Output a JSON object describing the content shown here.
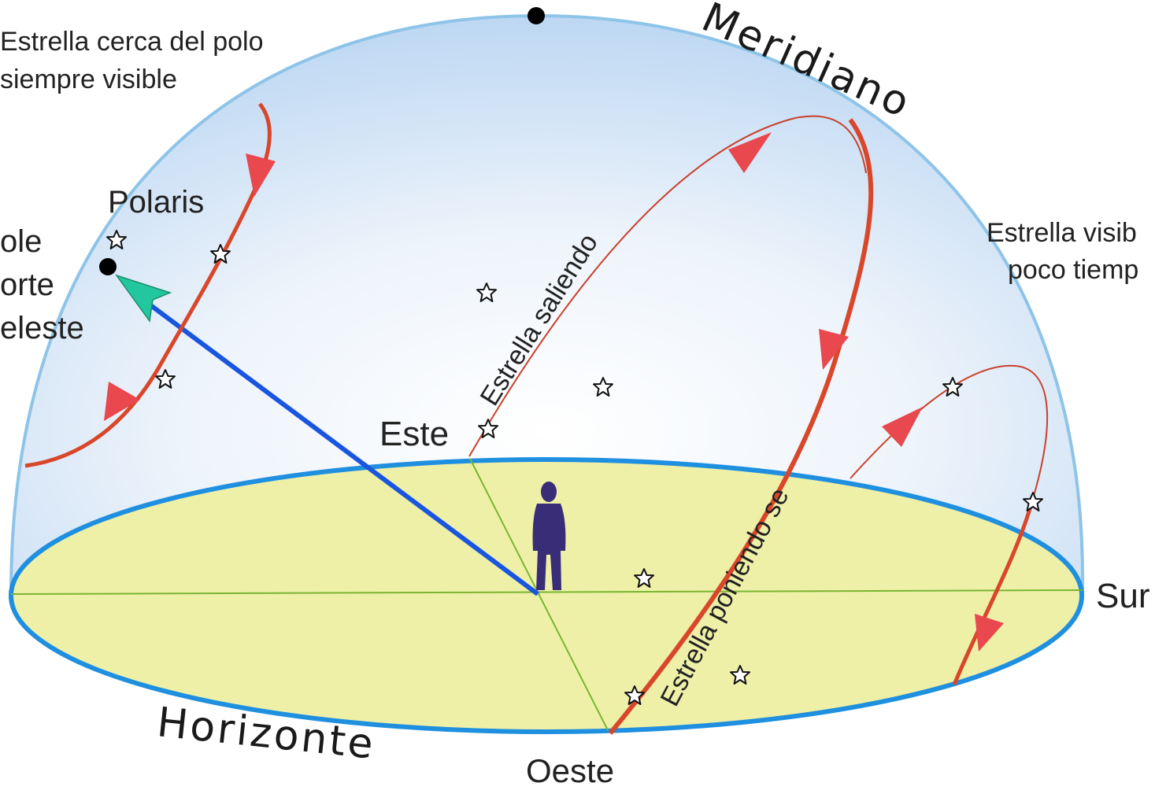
{
  "labels": {
    "meridiano": "Meridiano",
    "horizonte": "Horizonte",
    "este": "Este",
    "oeste": "Oeste",
    "sur": "Sur",
    "polaris": "Polaris",
    "star_near_pole_line1": "Estrella cerca del polo",
    "star_near_pole_line2": "siempre visible",
    "pole_line1": "ole",
    "pole_line2": "orte",
    "pole_line3": "eleste",
    "star_short_line1": "Estrella visib",
    "star_short_line2": "poco tiemp",
    "rising_star": "Estrella saliendo",
    "setting_star": "Estrella poniendo se"
  },
  "colors": {
    "dome_outline": "#8ec4e8",
    "dome_fill_light": "#ffffff",
    "dome_fill_blue": "#b9d5f2",
    "horizon_fill": "#eef0a8",
    "horizon_outline": "#1f8fe0",
    "star_path": "#d9472b",
    "arrow_head": "#e8484e",
    "axis_line": "#1a55e0",
    "axis_head": "#22c7a0",
    "ground_lines": "#79b532",
    "observer": "#3a2d78"
  },
  "icons": {
    "star": "star-outline-icon",
    "observer": "person-silhouette-icon",
    "dot": "point-dot-icon"
  }
}
